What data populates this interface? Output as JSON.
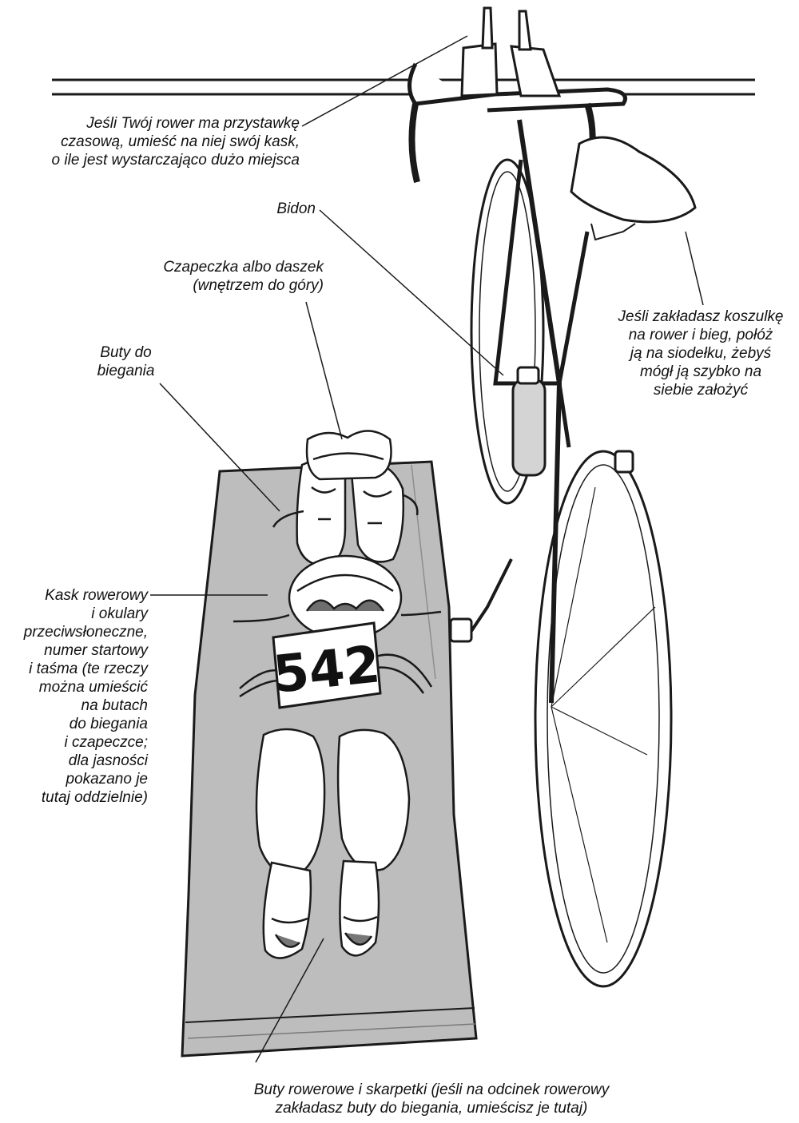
{
  "labels": {
    "helmet_on_bike": [
      "Jeśli Twój rower ma przystawkę",
      "czasową, umieść na niej swój kask,",
      "o ile jest wystarczająco dużo miejsca"
    ],
    "bottle": [
      "Bidon"
    ],
    "cap": [
      "Czapeczka albo daszek",
      "(wnętrzem do góry)"
    ],
    "running_shoes": [
      "Buty do",
      "biegania"
    ],
    "shirt_on_saddle": [
      "Jeśli zakładasz koszulkę",
      "na rower i bieg, połóż",
      "ją na siodełku, żebyś",
      "mógł ją szybko na",
      "siebie założyć"
    ],
    "helmet_glasses": [
      "Kask rowerowy",
      "i okulary",
      "przeciwsłoneczne,",
      "numer startowy",
      "i taśma (te rzeczy",
      "można umieścić",
      "na butach",
      "do biegania",
      "i czapeczce;",
      "dla jasności",
      "pokazano je",
      "tutaj oddzielnie)"
    ],
    "bike_shoes": [
      "Buty rowerowe i skarpetki (jeśli na odcinek rowerowy",
      "zakładasz buty do biegania, umieścisz je tutaj)"
    ]
  },
  "bib_number": "542",
  "colors": {
    "towel": "#bdbdbd",
    "towel_dark": "#a5a5a5",
    "ink": "#1a1a1a",
    "bottle": "#d4d4d4",
    "white": "#ffffff"
  }
}
